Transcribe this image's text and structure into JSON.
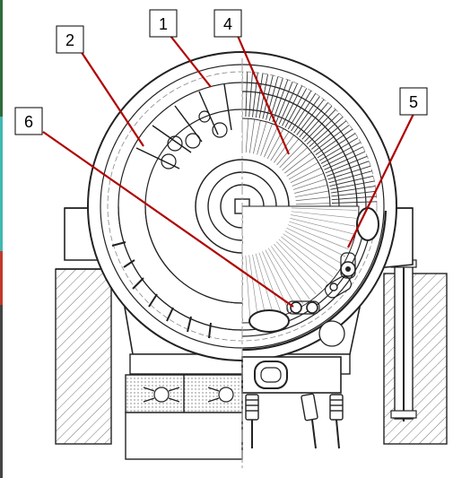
{
  "callouts": [
    {
      "id": "1",
      "label": "1"
    },
    {
      "id": "2",
      "label": "2"
    },
    {
      "id": "4",
      "label": "4"
    },
    {
      "id": "5",
      "label": "5"
    },
    {
      "id": "6",
      "label": "6"
    }
  ],
  "colors": {
    "leader": "#b00000",
    "ink": "#1a1a1a",
    "background": "#ffffff",
    "left_edge_strip": [
      "#2e6b3c",
      "#3fb8b0",
      "#c0392b"
    ]
  }
}
